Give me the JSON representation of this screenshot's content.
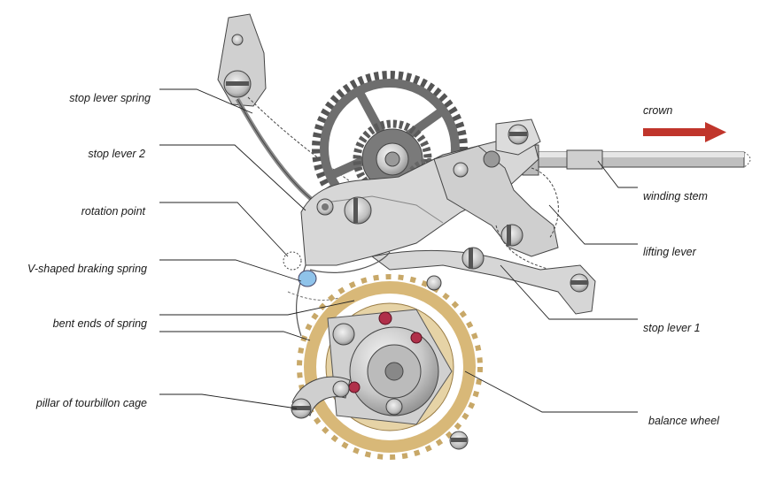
{
  "labels": {
    "stop_lever_spring": "stop lever spring",
    "stop_lever_2": "stop lever 2",
    "rotation_point": "rotation point",
    "v_shaped_braking_spring": "V-shaped braking spring",
    "bent_ends_of_spring": "bent ends of spring",
    "pillar_of_tourbillon_cage": "pillar of tourbillon cage",
    "crown": "crown",
    "winding_stem": "winding stem",
    "lifting_lever": "lifting lever",
    "stop_lever_1": "stop lever 1",
    "balance_wheel": "balance wheel"
  },
  "colors": {
    "steel_light": "#d9d9d9",
    "steel_dark": "#7a7a7a",
    "gear_dark": "#6e6e6e",
    "gold": "#d8b878",
    "ruby": "#b0304a",
    "arrow": "#c0352b",
    "braking_point": "#8fc3ea",
    "leader_line": "#222222"
  }
}
